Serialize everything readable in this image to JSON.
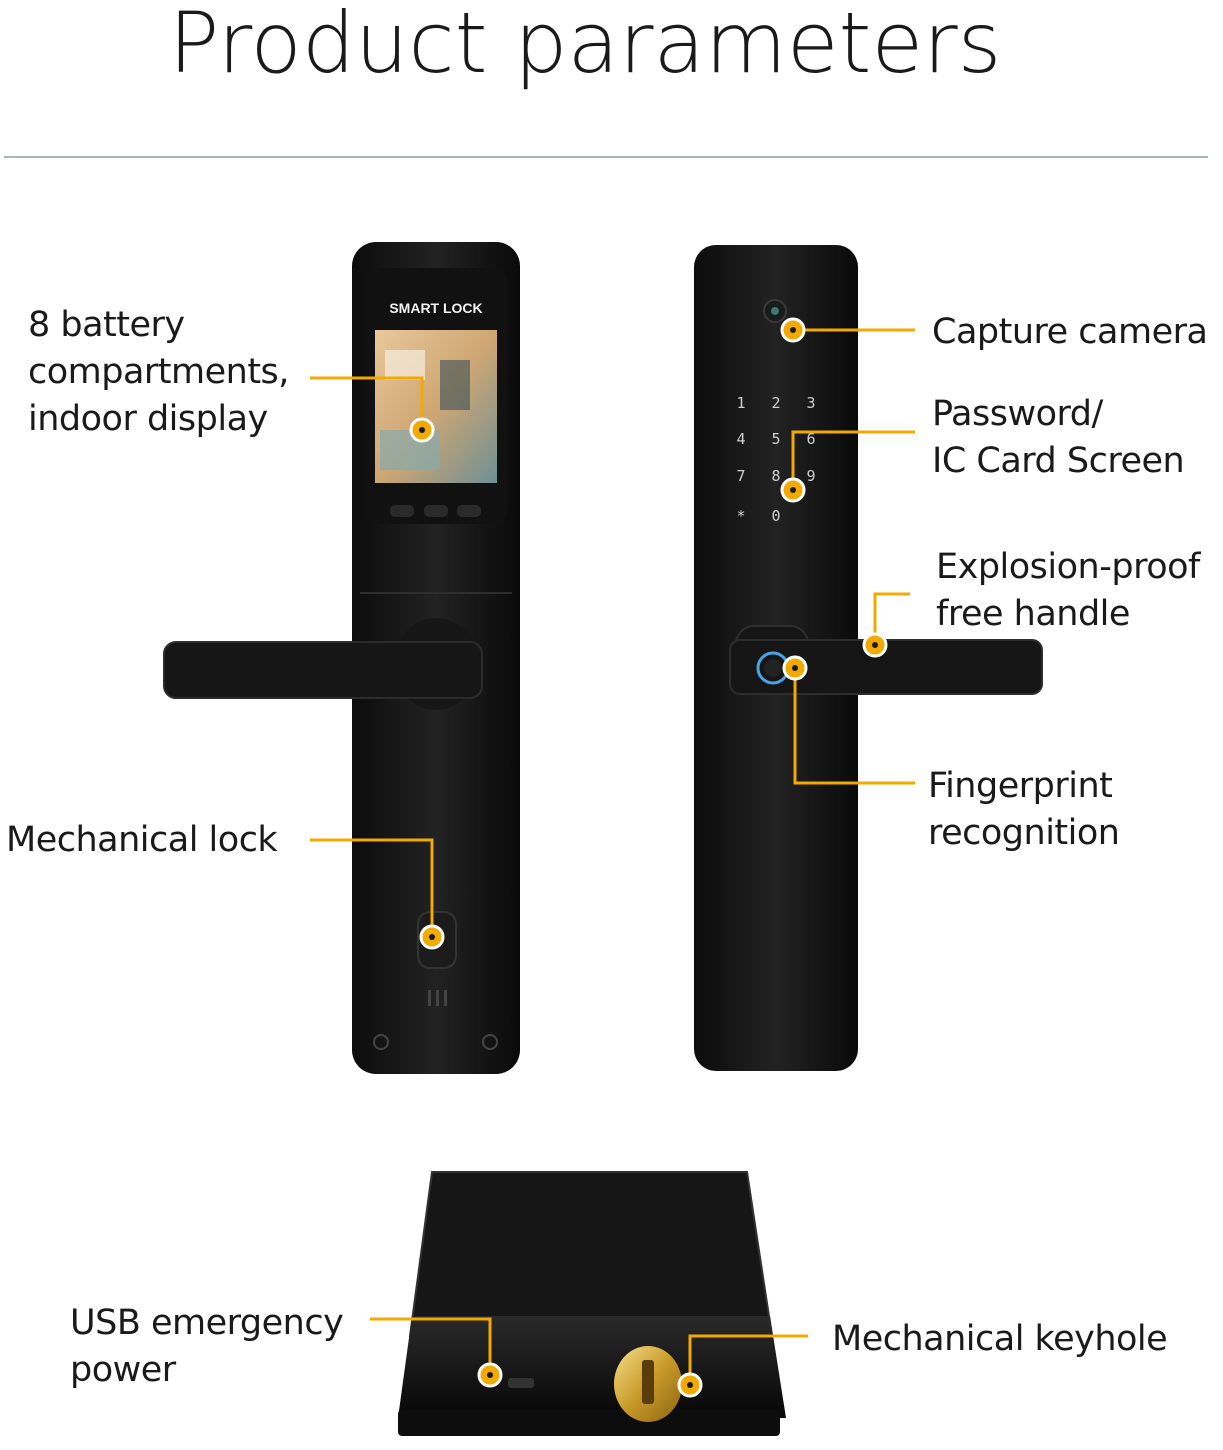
{
  "title": "Product parameters",
  "accent_color": "#f2a900",
  "screen_brand": "SMART LOCK",
  "keypad": [
    "1",
    "2",
    "3",
    "4",
    "5",
    "6",
    "7",
    "8",
    "9",
    "*",
    "0"
  ],
  "labels": {
    "battery": "8 battery\ncompartments,\nindoor display",
    "mech_lock": "Mechanical lock",
    "camera": "Capture camera",
    "password": "Password/\nIC Card Screen",
    "handle": "Explosion-proof\nfree handle",
    "fingerprint": "Fingerprint\nrecognition",
    "usb": "USB emergency\npower",
    "keyhole": "Mechanical keyhole"
  }
}
